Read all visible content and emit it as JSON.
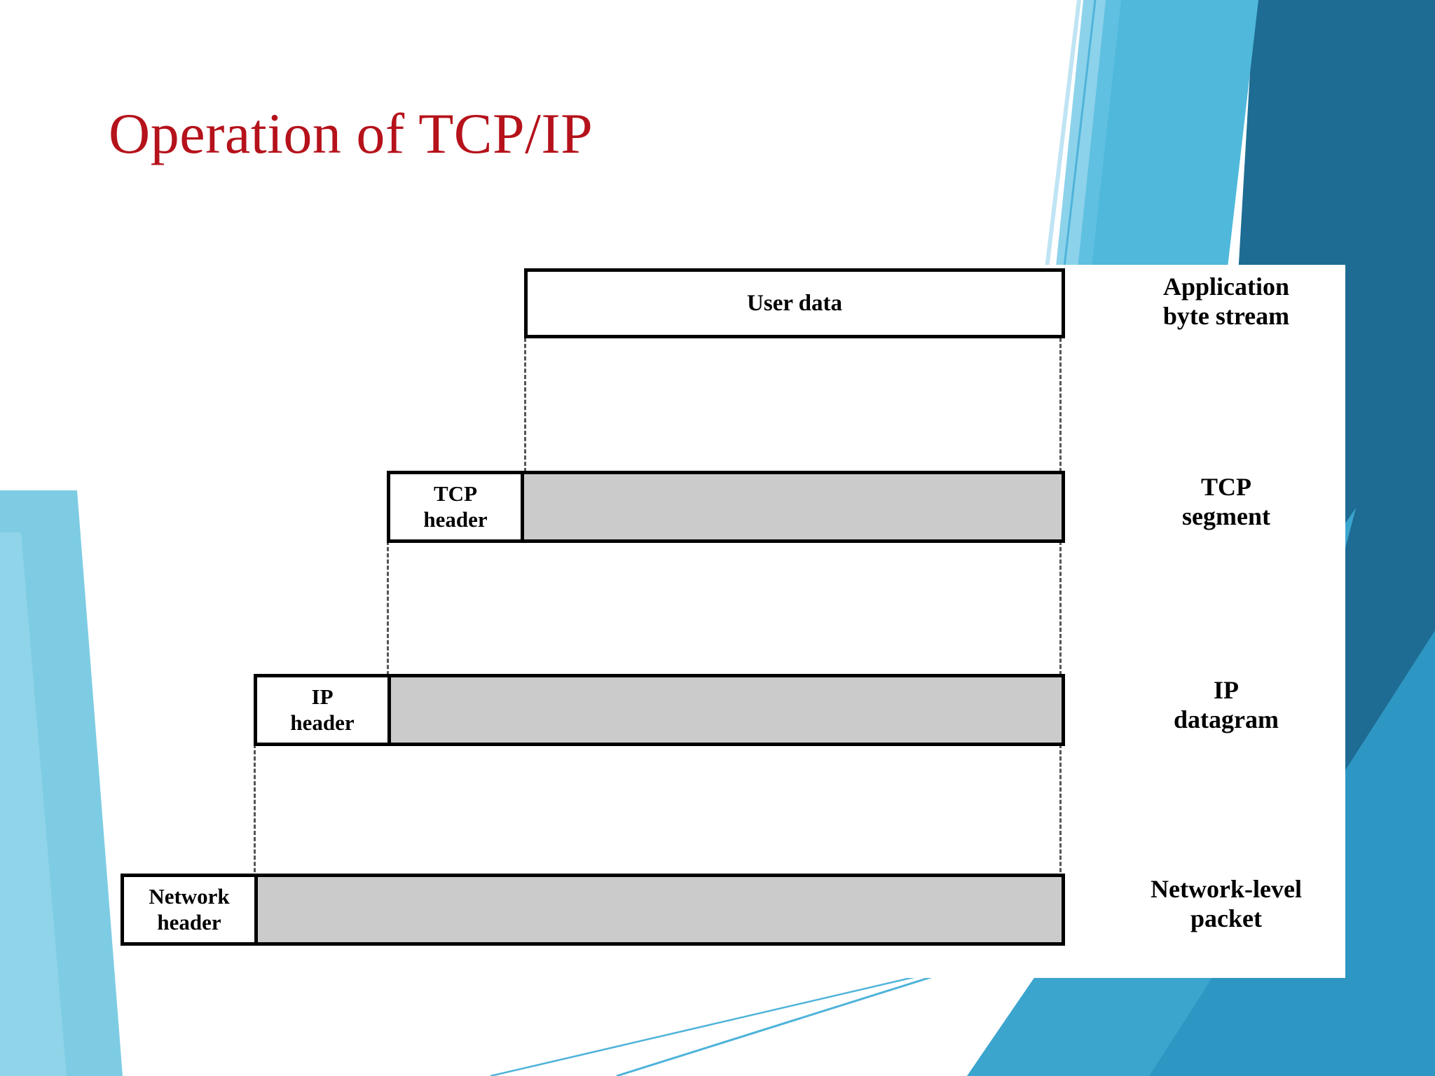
{
  "slide": {
    "title": "Operation of TCP/IP",
    "title_color": "#B5121B",
    "background_color": "#FFFFFF"
  },
  "theme": {
    "accent_light_blue": "#6EC6E0",
    "accent_mid_blue": "#3BA5CE",
    "accent_dark_blue": "#27789F",
    "accent_deep_blue": "#1E6C93",
    "hairline_blue": "#4FB3DA",
    "payload_gray": "#CBCBCB",
    "outline_black": "#000000",
    "dash_gray": "#555555"
  },
  "diagram": {
    "name": "tcp-ip-encapsulation-diagram",
    "rows": [
      {
        "id": "application",
        "header": null,
        "payload_label": "User data",
        "payload_filled": false,
        "side_label_line1": "Application",
        "side_label_line2": "byte stream"
      },
      {
        "id": "tcp",
        "header": "TCP\nheader",
        "header_line1": "TCP",
        "header_line2": "header",
        "payload_label": "",
        "payload_filled": true,
        "side_label_line1": "TCP",
        "side_label_line2": "segment"
      },
      {
        "id": "ip",
        "header": "IP\nheader",
        "header_line1": "IP",
        "header_line2": "header",
        "payload_label": "",
        "payload_filled": true,
        "side_label_line1": "IP",
        "side_label_line2": "datagram"
      },
      {
        "id": "network",
        "header": "Network\nheader",
        "header_line1": "Network",
        "header_line2": "header",
        "payload_label": "",
        "payload_filled": true,
        "side_label_line1": "Network-level",
        "side_label_line2": "packet"
      }
    ]
  }
}
